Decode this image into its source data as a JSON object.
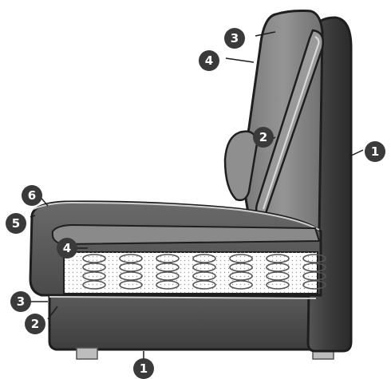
{
  "callouts": [
    {
      "id": "frame-right",
      "label": "1"
    },
    {
      "id": "frame-bottom",
      "label": "1"
    },
    {
      "id": "back-inner",
      "label": "2"
    },
    {
      "id": "seat-lower-left",
      "label": "2"
    },
    {
      "id": "back-top",
      "label": "3"
    },
    {
      "id": "seat-bottom-left",
      "label": "3"
    },
    {
      "id": "back-upper",
      "label": "4"
    },
    {
      "id": "seat-foam",
      "label": "4"
    },
    {
      "id": "seat-edge",
      "label": "5"
    },
    {
      "id": "seat-top",
      "label": "6"
    }
  ],
  "colors": {
    "badge": "#3a3a3a",
    "frame": "#3b3b3b",
    "cushion": "#8a8a8a",
    "cushion_dark": "#5c5c5c",
    "outline": "#1e1e1e",
    "springs_bg": "#ffffff",
    "spring": "#555555",
    "feet": "#bdbdbd"
  },
  "icons": {
    "spring": "coil-spring-icon",
    "callout": "numbered-badge-icon"
  }
}
